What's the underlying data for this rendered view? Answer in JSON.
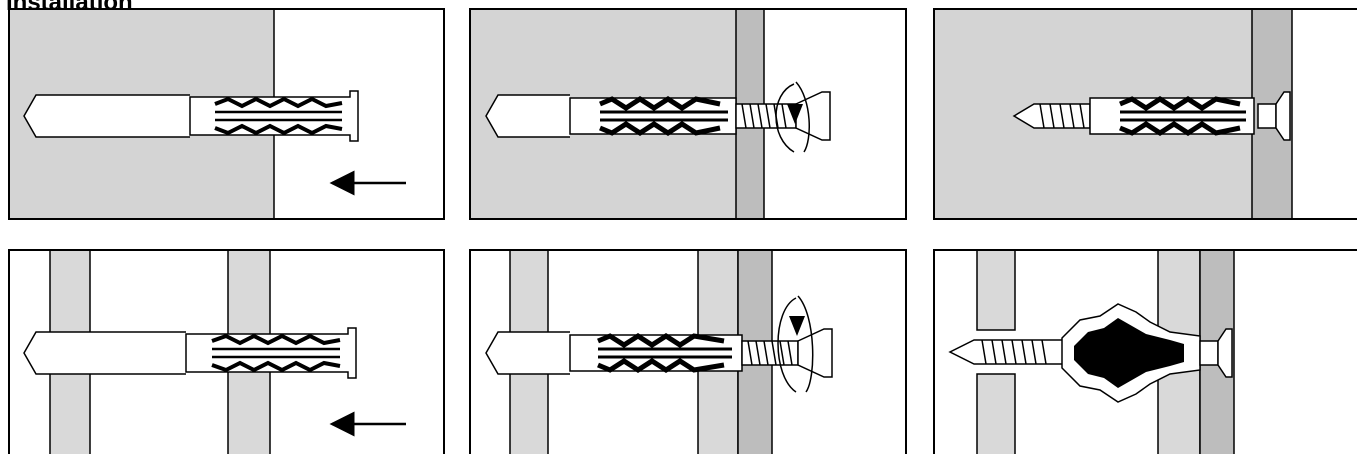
{
  "title": "Installation",
  "colors": {
    "masonry": "#d4d4d4",
    "panel": "#bdbdbd",
    "board": "#d9d9d9",
    "line": "#000000",
    "background": "#ffffff"
  },
  "steps": [
    {
      "row": 1,
      "step": 1,
      "action": "insert",
      "substrate": "solid",
      "icons": [
        "insert-arrow-icon"
      ]
    },
    {
      "row": 1,
      "step": 2,
      "action": "screw",
      "substrate": "solid",
      "icons": [
        "rotate-arrow-icon"
      ]
    },
    {
      "row": 1,
      "step": 3,
      "action": "fixed",
      "substrate": "solid",
      "icons": []
    },
    {
      "row": 2,
      "step": 1,
      "action": "insert",
      "substrate": "hollow",
      "icons": [
        "insert-arrow-icon"
      ]
    },
    {
      "row": 2,
      "step": 2,
      "action": "screw",
      "substrate": "hollow",
      "icons": [
        "rotate-arrow-icon"
      ]
    },
    {
      "row": 2,
      "step": 3,
      "action": "knotted",
      "substrate": "hollow",
      "icons": []
    }
  ]
}
